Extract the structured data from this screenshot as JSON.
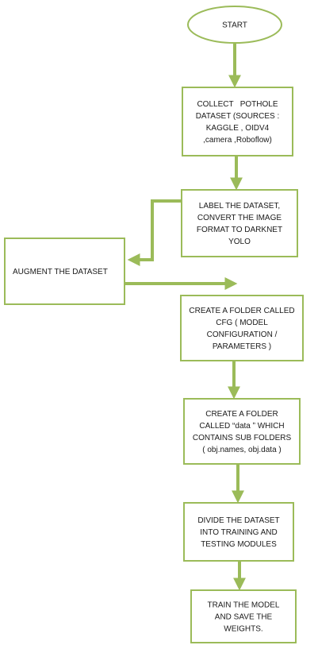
{
  "flowchart": {
    "colors": {
      "outline": "#9bbb59",
      "arrow": "#9bbb59",
      "text": "#1a1a1a"
    },
    "nodes": [
      {
        "id": "start",
        "shape": "ellipse",
        "lines": [
          "START"
        ]
      },
      {
        "id": "collect",
        "shape": "rect",
        "lines": [
          "COLLECT   POTHOLE",
          "DATASET (SOURCES :",
          "KAGGLE , OIDV4",
          ",camera ,Roboflow)"
        ]
      },
      {
        "id": "label",
        "shape": "rect",
        "lines": [
          "LABEL THE DATASET,",
          "CONVERT THE IMAGE",
          "FORMAT TO DARKNET",
          "YOLO"
        ]
      },
      {
        "id": "augment",
        "shape": "rect",
        "lines": [
          "AUGMENT THE DATASET"
        ]
      },
      {
        "id": "cfg",
        "shape": "rect",
        "lines": [
          "CREATE A FOLDER CALLED",
          "CFG ( MODEL",
          "CONFIGURATION /",
          "PARAMETERS )"
        ]
      },
      {
        "id": "data",
        "shape": "rect",
        "lines": [
          "CREATE A FOLDER",
          "CALLED “data ” WHICH",
          "CONTAINS SUB FOLDERS",
          "( obj.names, obj.data )"
        ]
      },
      {
        "id": "divide",
        "shape": "rect",
        "lines": [
          "DIVIDE THE DATASET",
          "INTO TRAINING AND",
          "TESTING MODULES"
        ]
      },
      {
        "id": "train",
        "shape": "rect",
        "lines": [
          "TRAIN THE MODEL",
          "AND SAVE THE",
          "WEIGHTS."
        ]
      }
    ],
    "edges": [
      {
        "from": "start",
        "to": "collect"
      },
      {
        "from": "collect",
        "to": "label"
      },
      {
        "from": "label",
        "to": "augment"
      },
      {
        "from": "augment",
        "to": "cfg"
      },
      {
        "from": "cfg",
        "to": "data"
      },
      {
        "from": "data",
        "to": "divide"
      },
      {
        "from": "divide",
        "to": "train"
      }
    ]
  }
}
